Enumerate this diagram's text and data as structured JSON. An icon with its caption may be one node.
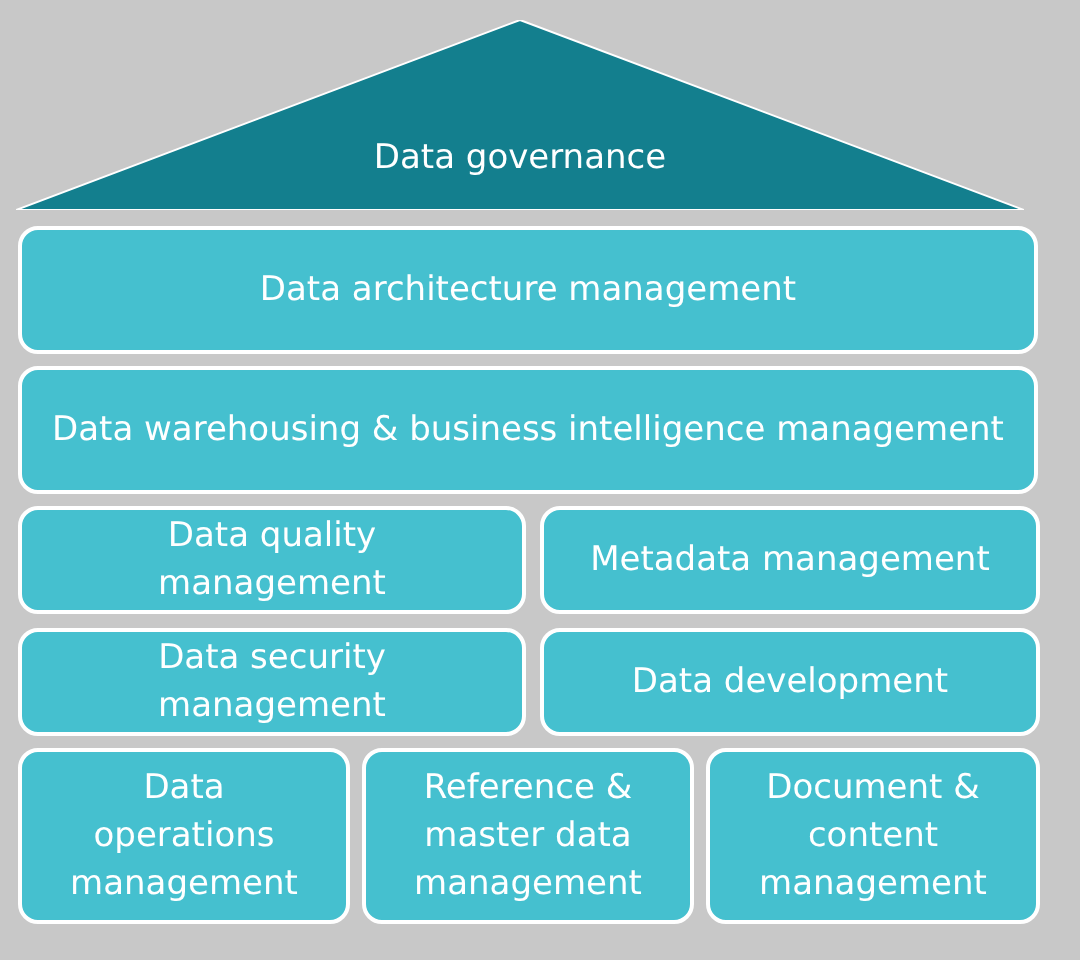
{
  "diagram": {
    "nodes": [
      {
        "text": [
          "Data governance"
        ]
      },
      {
        "text": [
          "Data architecture management"
        ]
      },
      {
        "text": [
          "Data warehousing & business intelligence management"
        ]
      },
      {
        "text": [
          "Data quality management"
        ]
      },
      {
        "text": [
          "Metadata management"
        ]
      },
      {
        "text": [
          "Data security management"
        ]
      },
      {
        "text": [
          "Data development"
        ]
      },
      {
        "text": [
          "Data operations management"
        ]
      },
      {
        "text": [
          "Reference & master data management"
        ]
      },
      {
        "text": [
          "Document & content management"
        ]
      }
    ]
  }
}
